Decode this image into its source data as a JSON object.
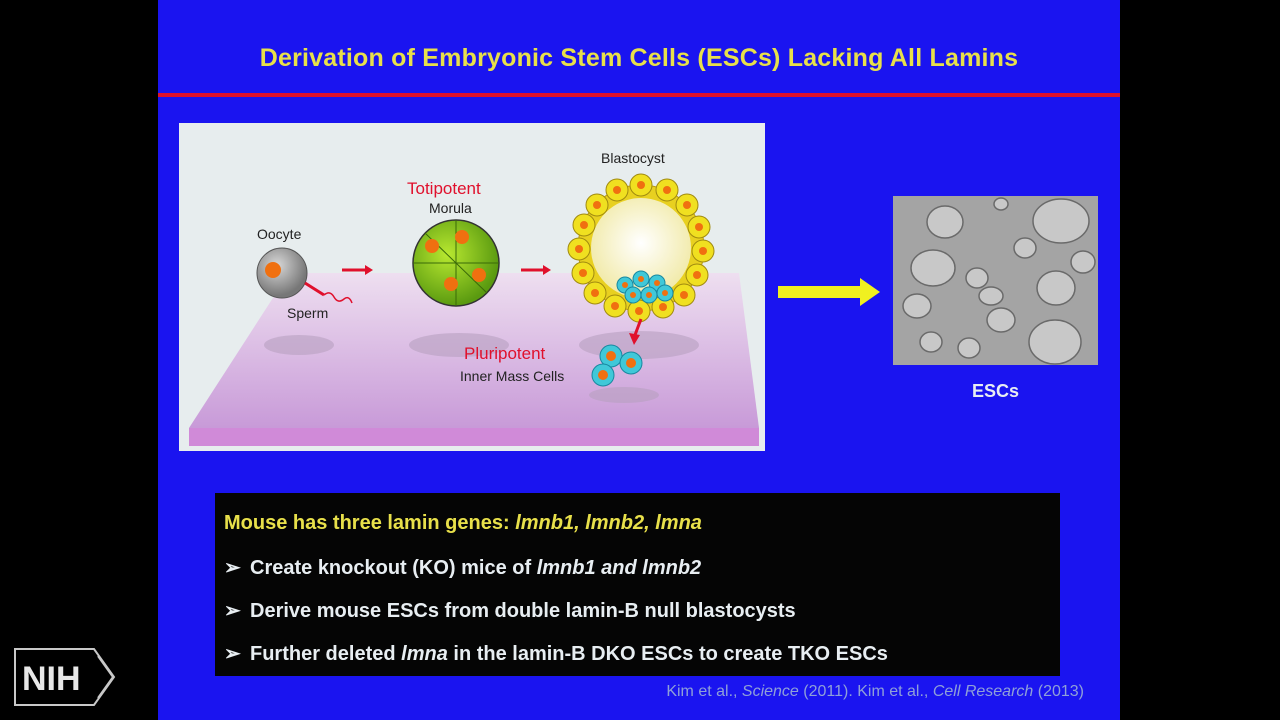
{
  "title": "Derivation of Embryonic Stem Cells (ESCs) Lacking All Lamins",
  "diagram": {
    "oocyte": "Oocyte",
    "sperm": "Sperm",
    "totipotent": "Totipotent",
    "morula": "Morula",
    "blastocyst": "Blastocyst",
    "pluripotent": "Pluripotent",
    "inner_mass": "Inner Mass Cells"
  },
  "esc_label": "ESCs",
  "textbox": {
    "line1_prefix": "Mouse has three lamin genes: ",
    "line1_genes": "lmnb1, lmnb2, lmna",
    "b1_prefix": "Create knockout (KO) mice of ",
    "b1_genes": "lmnb1 and lmnb2",
    "b2": "Derive mouse ESCs from double lamin-B null blastocysts",
    "b3_prefix": "Further deleted ",
    "b3_gene": "lmna",
    "b3_suffix": " in the lamin-B DKO ESCs to create TKO ESCs"
  },
  "citation": {
    "p1": "Kim et al., ",
    "j1": "Science",
    "p2": " (2011). Kim et al., ",
    "j2": "Cell Research",
    "p3": " (2013)"
  },
  "logo": "NIH",
  "colors": {
    "slide_bg": "#1a14f0",
    "title": "#e8e04a",
    "rule": "#e0102c",
    "arrow": "#f0f020"
  }
}
